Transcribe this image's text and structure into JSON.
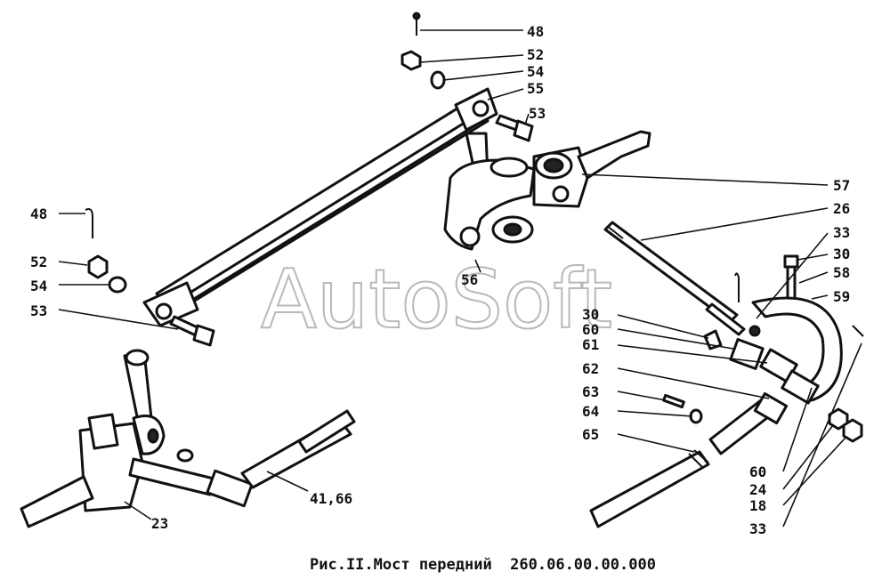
{
  "watermark": "AutoSoft",
  "caption": "Рис.II.Мост передний  260.06.00.00.000",
  "callouts": [
    {
      "id": "c48a",
      "text": "48"
    },
    {
      "id": "c52a",
      "text": "52"
    },
    {
      "id": "c54a",
      "text": "54"
    },
    {
      "id": "c55",
      "text": "55"
    },
    {
      "id": "c53a",
      "text": "53"
    },
    {
      "id": "c57",
      "text": "57"
    },
    {
      "id": "c26",
      "text": "26"
    },
    {
      "id": "c33a",
      "text": "33"
    },
    {
      "id": "c30a",
      "text": "30"
    },
    {
      "id": "c58",
      "text": "58"
    },
    {
      "id": "c59",
      "text": "59"
    },
    {
      "id": "c48b",
      "text": "48"
    },
    {
      "id": "c52b",
      "text": "52"
    },
    {
      "id": "c54b",
      "text": "54"
    },
    {
      "id": "c53b",
      "text": "53"
    },
    {
      "id": "c56",
      "text": "56"
    },
    {
      "id": "c30b",
      "text": "30"
    },
    {
      "id": "c60a",
      "text": "60"
    },
    {
      "id": "c61",
      "text": "61"
    },
    {
      "id": "c62",
      "text": "62"
    },
    {
      "id": "c63",
      "text": "63"
    },
    {
      "id": "c64",
      "text": "64"
    },
    {
      "id": "c65",
      "text": "65"
    },
    {
      "id": "c60b",
      "text": "60"
    },
    {
      "id": "c24",
      "text": "24"
    },
    {
      "id": "c18",
      "text": "18"
    },
    {
      "id": "c33b",
      "text": "33"
    },
    {
      "id": "c23",
      "text": "23"
    },
    {
      "id": "c4166",
      "text": "41,66"
    }
  ]
}
